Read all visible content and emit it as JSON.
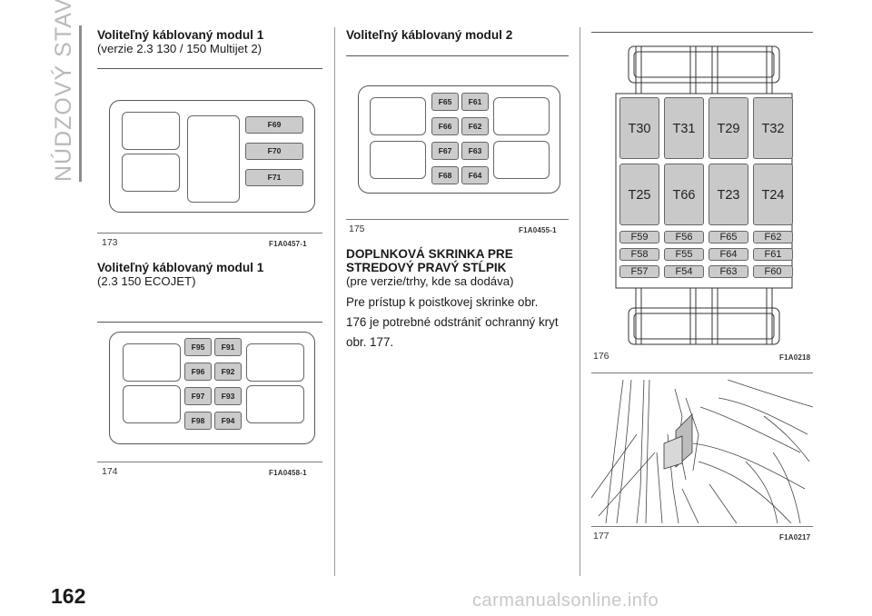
{
  "sidebar": {
    "section_title": "NÚDZOVÝ STAV"
  },
  "page": {
    "number": "162",
    "watermark": "carmanualsonline.info"
  },
  "col1": {
    "s1_title": "Voliteľný káblovaný modul 1",
    "s1_sub": "(verzie 2.3 130 / 150 Multijet 2)",
    "fig173": {
      "num": "173",
      "code": "F1A0457-1",
      "fuses": [
        "F69",
        "F70",
        "F71"
      ]
    },
    "s2_title": "Voliteľný káblovaný modul 1",
    "s2_sub": "(2.3 150 ECOJET)",
    "fig174": {
      "num": "174",
      "code": "F1A0458-1",
      "fuses_left": [
        "F95",
        "F96",
        "F97",
        "F98"
      ],
      "fuses_right": [
        "F91",
        "F92",
        "F93",
        "F94"
      ]
    }
  },
  "col2": {
    "s3_title": "Voliteľný káblovaný modul 2",
    "fig175": {
      "num": "175",
      "code": "F1A0455-1",
      "fuses_left": [
        "F65",
        "F66",
        "F67",
        "F68"
      ],
      "fuses_right": [
        "F61",
        "F62",
        "F63",
        "F64"
      ]
    },
    "s4_title_1": "DOPLNKOVÁ SKRINKA PRE",
    "s4_title_2": "STREDOVÝ PRAVÝ STĹPIK",
    "s4_sub": "(pre verzie/trhy, kde sa dodáva)",
    "s4_body_1": "Pre prístup k poistkovej skrinke obr.",
    "s4_body_2": "176 je potrebné odstrániť ochranný kryt",
    "s4_body_3": "obr. 177."
  },
  "col3": {
    "fig176": {
      "num": "176",
      "code": "F1A0218",
      "relays_top": [
        "T30",
        "T31",
        "T29",
        "T32"
      ],
      "relays_mid": [
        "T25",
        "T66",
        "T23",
        "T24"
      ],
      "fuse_cols": [
        [
          "F59",
          "F58",
          "F57"
        ],
        [
          "F56",
          "F55",
          "F54"
        ],
        [
          "F65",
          "F64",
          "F63"
        ],
        [
          "F62",
          "F61",
          "F60"
        ]
      ]
    },
    "fig177": {
      "num": "177",
      "code": "F1A0217"
    }
  }
}
